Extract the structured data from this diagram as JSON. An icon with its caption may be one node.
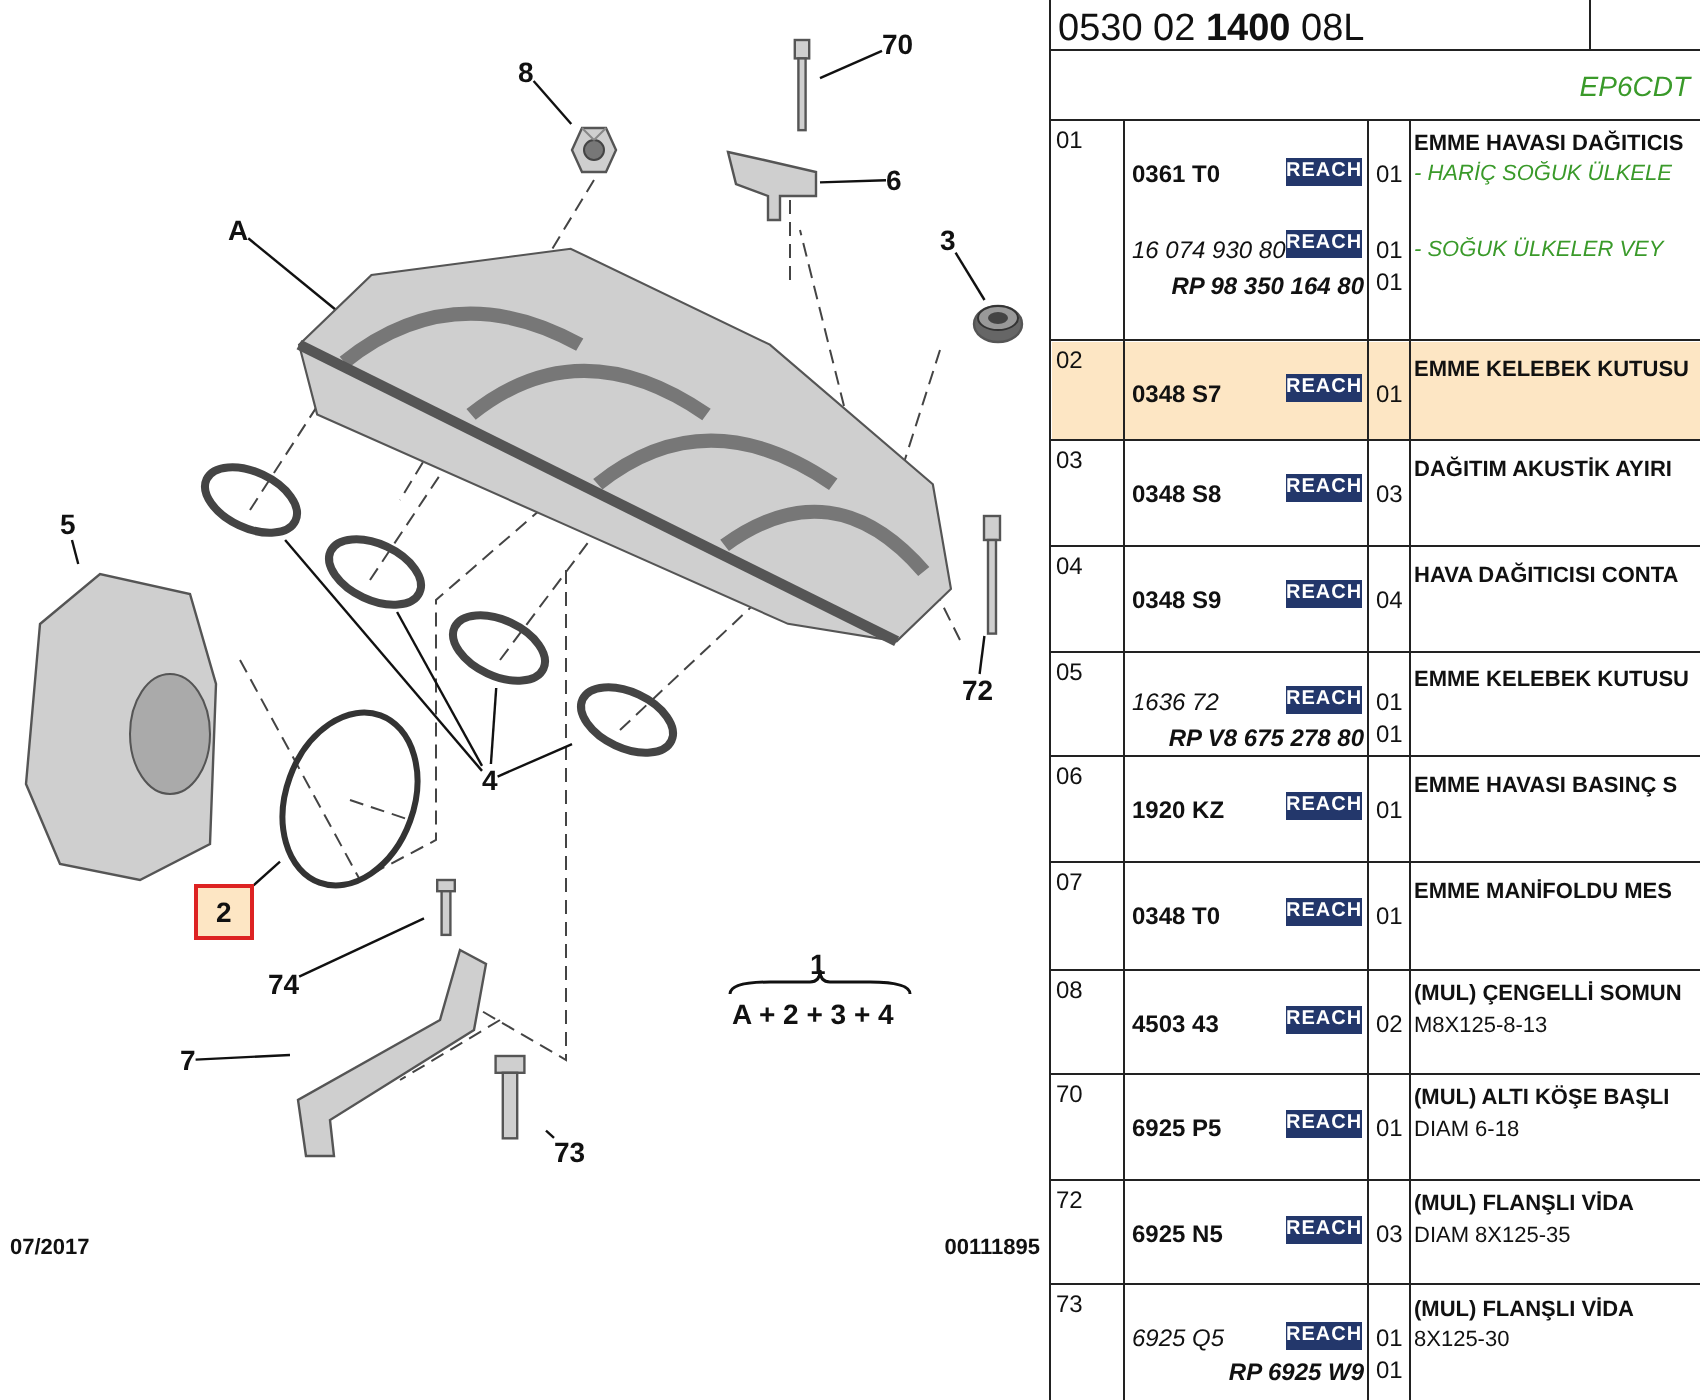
{
  "diagram": {
    "nodes": [
      {
        "text": [
          "8"
        ]
      },
      {
        "text": [
          "70"
        ]
      },
      {
        "text": [
          "A"
        ]
      },
      {
        "text": [
          "6"
        ]
      },
      {
        "text": [
          "3"
        ]
      },
      {
        "text": [
          "5"
        ]
      },
      {
        "text": [
          "72"
        ]
      },
      {
        "text": [
          "4"
        ]
      },
      {
        "text": [
          "2"
        ]
      },
      {
        "text": [
          "74"
        ]
      },
      {
        "text": [
          "7"
        ]
      },
      {
        "text": [
          "73"
        ]
      },
      {
        "text": [],
        "shape": "picture"
      },
      {
        "text": [],
        "shape": "picture"
      },
      {
        "text": [],
        "shape": "picture"
      },
      {
        "text": [],
        "shape": "picture"
      },
      {
        "text": [],
        "shape": "picture"
      },
      {
        "text": [],
        "shape": "picture"
      },
      {
        "text": [],
        "shape": "circle"
      },
      {
        "text": [],
        "shape": "circle"
      },
      {
        "text": [],
        "shape": "circle"
      },
      {
        "text": [],
        "shape": "circle"
      },
      {
        "text": [],
        "shape": "circle"
      },
      {
        "text": [],
        "shape": "picture"
      },
      {
        "text": [],
        "shape": "picture"
      },
      {
        "text": [],
        "shape": "picture"
      },
      {
        "text": [],
        "shape": "picture"
      }
    ],
    "edges": [
      {
        "from": 0,
        "to": 13,
        "arrow": "none"
      },
      {
        "from": 1,
        "to": 14,
        "arrow": "none"
      },
      {
        "from": 2,
        "to": 12,
        "arrow": "none"
      },
      {
        "from": 3,
        "to": 15,
        "arrow": "none"
      },
      {
        "from": 4,
        "to": 16,
        "arrow": "none"
      },
      {
        "from": 5,
        "to": 17,
        "arrow": "none"
      },
      {
        "from": 6,
        "to": 23,
        "arrow": "none"
      },
      {
        "from": 7,
        "to": 18,
        "arrow": "none"
      },
      {
        "from": 7,
        "to": 19,
        "arrow": "none"
      },
      {
        "from": 7,
        "to": 20,
        "arrow": "none"
      },
      {
        "from": 7,
        "to": 21,
        "arrow": "none"
      },
      {
        "from": 8,
        "to": 22,
        "arrow": "none"
      },
      {
        "from": 9,
        "to": 24,
        "arrow": "none"
      },
      {
        "from": 10,
        "to": 25,
        "arrow": "none"
      },
      {
        "from": 11,
        "to": 26,
        "arrow": "none"
      }
    ],
    "labels": [
      "1",
      "A + 2 + 3 + 4",
      "07/2017",
      "00111895",
      "0530 02 **1400** 08L",
      "EP6CDT",
      "01",
      "0361 T0",
      "REACH",
      "01",
      "EMME HAVASI DAĞITICIS",
      "- HARİÇ SOĞUK ÜLKELE",
      "16 074 930 80",
      "REACH",
      "01",
      "- SOĞUK ÜLKELER VEY",
      "RP 98 350 164 80",
      "01",
      "02",
      "0348 S7",
      "REACH",
      "01",
      "EMME KELEBEK KUTUSU",
      "03",
      "0348 S8",
      "REACH",
      "03",
      "DAĞITIM AKUSTİK AYIRI",
      "04",
      "0348 S9",
      "REACH",
      "04",
      "HAVA DAĞITICISI CONTA",
      "05",
      "1636 72",
      "REACH",
      "01",
      "EMME KELEBEK KUTUSU",
      "RP V8 675 278 80",
      "01",
      "06",
      "1920 KZ",
      "REACH",
      "01",
      "EMME HAVASI BASINÇ S",
      "07",
      "0348 T0",
      "REACH",
      "01",
      "EMME MANİFOLDU MES",
      "08",
      "4503 43",
      "REACH",
      "02",
      "(MUL) ÇENGELLİ SOMUN",
      "M8X125-8-13",
      "70",
      "6925 P5",
      "REACH",
      "01",
      "(MUL) ALTI KÖŞE BAŞLI",
      "DIAM 6-18",
      "72",
      "6925 N5",
      "REACH",
      "03",
      "(MUL) FLANŞLI VİDA",
      "DIAM 8X125-35",
      "73",
      "6925 Q5",
      "REACH",
      "01",
      "(MUL) FLANŞLI VİDA",
      "8X125-30",
      "RP 6925 W9",
      "01"
    ]
  }
}
